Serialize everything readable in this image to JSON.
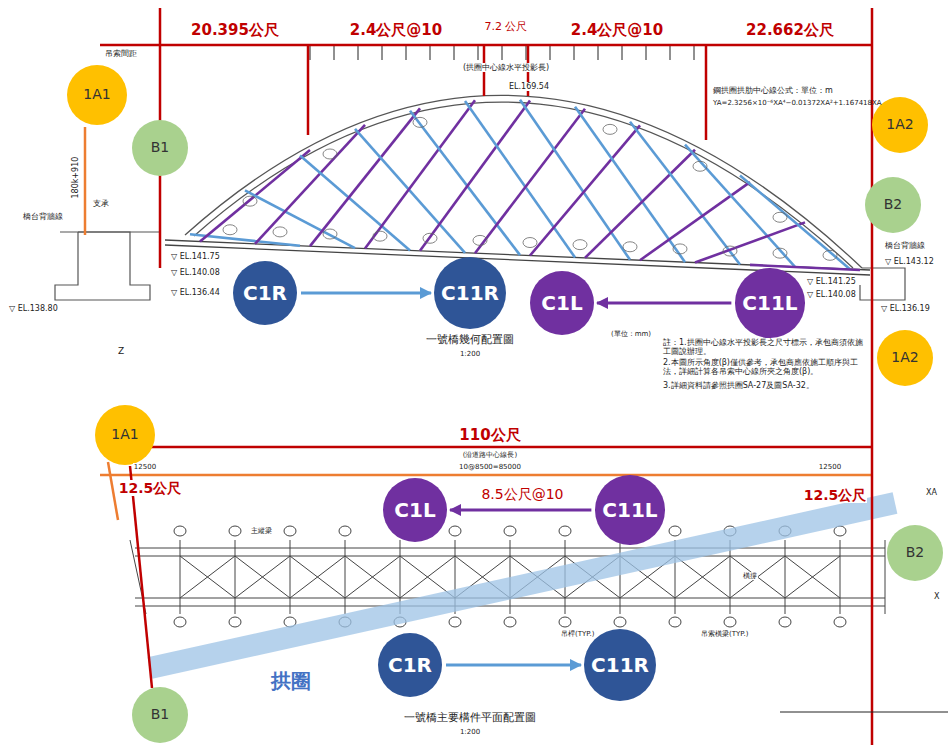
{
  "diagram": {
    "nodes": [
      {
        "text": [
          "1A1"
        ]
      },
      {
        "text": [
          "B1"
        ]
      },
      {
        "text": [
          "1A2"
        ]
      },
      {
        "text": [
          "B2"
        ]
      },
      {
        "text": [
          "C1R"
        ]
      },
      {
        "text": [
          "C11R"
        ]
      },
      {
        "text": [
          "C1L"
        ]
      },
      {
        "text": [
          "C11L"
        ]
      },
      {
        "text": [
          "1A2"
        ]
      },
      {
        "text": [
          "1A1"
        ]
      },
      {
        "text": [
          "C1L"
        ]
      },
      {
        "text": [
          "C11L"
        ]
      },
      {
        "text": [
          "B2"
        ]
      },
      {
        "text": [
          "C1R"
        ]
      },
      {
        "text": [
          "C11R"
        ]
      },
      {
        "text": [
          "B1"
        ]
      }
    ],
    "edges": [
      {
        "from": 4,
        "to": 5,
        "arrow": "to"
      },
      {
        "from": 7,
        "to": 6,
        "arrow": "to"
      },
      {
        "from": 11,
        "to": 10,
        "label": "8.5公尺@10",
        "arrow": "to"
      },
      {
        "from": 13,
        "to": 14,
        "arrow": "to"
      }
    ],
    "labels": [
      "吊索間距",
      "20.395公尺",
      "2.4公尺@10",
      "7.2 公尺",
      "2.4公尺@10",
      "22.662公尺",
      "(拱圈中心線水平投影長)",
      "EL.169.54",
      "鋼拱圈拱肋中心線公式：單位：m",
      "YA=2.3256×10⁻⁶XA⁴−0.01372XA²+1.167418XA",
      "橋台背牆線",
      "支承",
      "▽ EL.141.75",
      "▽ EL.140.08",
      "▽ EL.136.44",
      "▽ EL.138.80",
      "▽ EL.141.25",
      "▽ EL.140.08",
      "▽ EL.136.19",
      "▽ EL.143.12",
      "橋台背牆線",
      "一號橋幾何配置圖",
      "1:200",
      "(單位：mm)",
      "註：1.拱圈中心線水平投影長之尺寸標示，承包商須依施工圖說辦理。",
      "2.本圖所示角度(β)僅供參考，承包商應依施工順序與工法，詳細計算各吊索中心線所夾之角度(β)。",
      "3.詳細資料請參照拱圈SA-27及圖SA-32。",
      "180k+910",
      "Z",
      "110公尺",
      "(沿道路中心線長)",
      "12500",
      "10@8500=85000",
      "12500",
      "12.5公尺",
      "12.5公尺",
      "主縱梁",
      "橫撐",
      "吊桿(TYP.)",
      "吊索橫梁(TYP.)",
      "XA",
      "X",
      "拱圈",
      "一號橋主要構件平面配置圖",
      "1:200"
    ]
  }
}
